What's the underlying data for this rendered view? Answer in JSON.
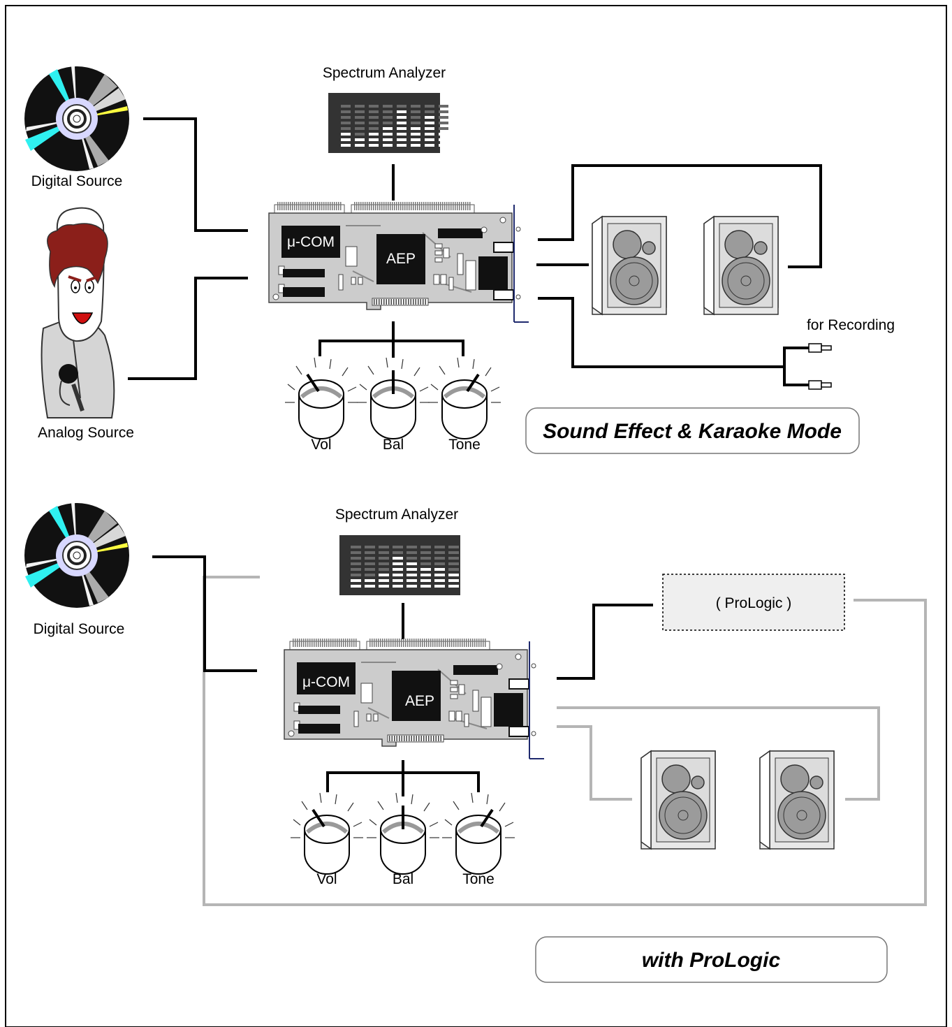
{
  "diagram": {
    "top": {
      "spectrum_label": "Spectrum Analyzer",
      "digital_source": "Digital Source",
      "analog_source": "Analog Source",
      "chip_ucom": "μ-COM",
      "chip_aep": "AEP",
      "knobs": [
        "Vol",
        "Bal",
        "Tone"
      ],
      "recording": "for Recording",
      "mode": "Sound Effect & Karaoke Mode"
    },
    "bottom": {
      "spectrum_label": "Spectrum Analyzer",
      "digital_source": "Digital Source",
      "chip_ucom": "μ-COM",
      "chip_aep": "AEP",
      "knobs": [
        "Vol",
        "Bal",
        "Tone"
      ],
      "prologic": "( ProLogic )",
      "mode": "with ProLogic"
    }
  }
}
